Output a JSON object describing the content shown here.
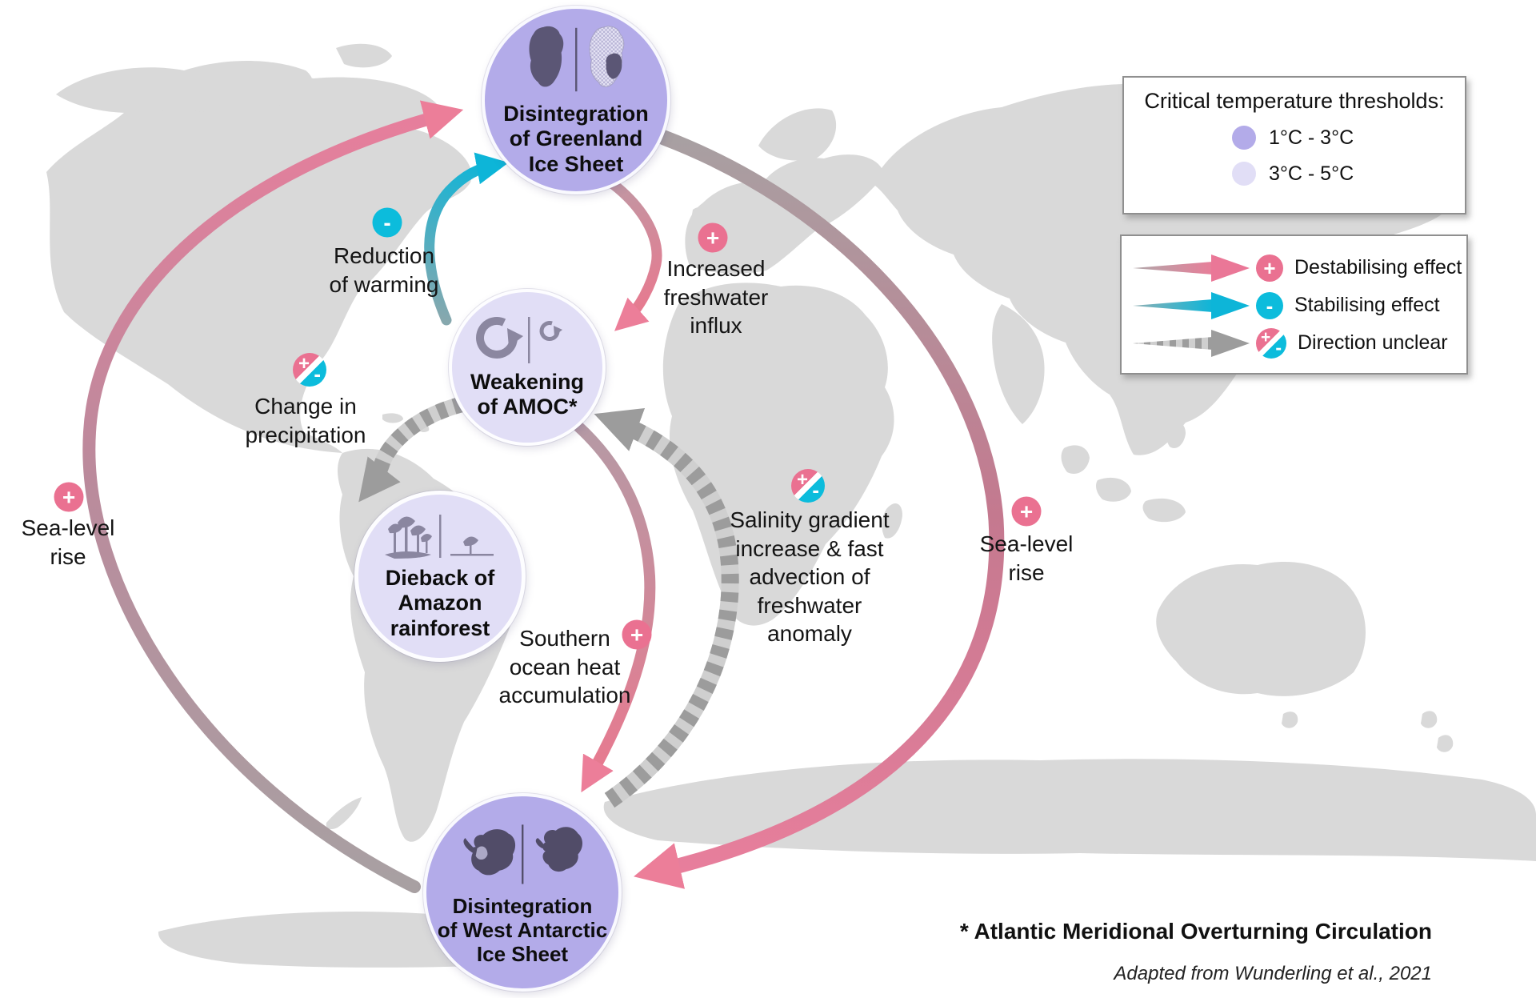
{
  "nodes": [
    {
      "id": "greenland",
      "label": "Disintegration\nof Greenland\nIce Sheet",
      "threshold": "1°C - 3°C"
    },
    {
      "id": "amoc",
      "label": "Weakening\nof AMOC*",
      "threshold": "3°C - 5°C"
    },
    {
      "id": "amazon",
      "label": "Dieback of\nAmazon\nrainforest",
      "threshold": "3°C - 5°C"
    },
    {
      "id": "wais",
      "label": "Disintegration\nof West Antarctic\nIce Sheet",
      "threshold": "1°C - 3°C"
    }
  ],
  "edges": [
    {
      "id": "sea-level-rise-left",
      "label": "Sea-level\nrise",
      "effect": "destabilising",
      "symbol": "+"
    },
    {
      "id": "reduction-of-warming",
      "label": "Reduction\nof warming",
      "effect": "stabilising",
      "symbol": "-"
    },
    {
      "id": "increased-freshwater-influx",
      "label": "Increased\nfreshwater\ninflux",
      "effect": "destabilising",
      "symbol": "+"
    },
    {
      "id": "change-in-precipitation",
      "label": "Change in\nprecipitation",
      "effect": "unclear",
      "symbol": "+/-"
    },
    {
      "id": "salinity-gradient",
      "label": "Salinity gradient\nincrease & fast\nadvection of\nfreshwater\nanomaly",
      "effect": "unclear",
      "symbol": "+/-"
    },
    {
      "id": "southern-ocean-heat",
      "label": "Southern\nocean heat\naccumulation",
      "effect": "destabilising",
      "symbol": "+"
    },
    {
      "id": "sea-level-rise-right",
      "label": "Sea-level\nrise",
      "effect": "destabilising",
      "symbol": "+"
    }
  ],
  "legend_thresholds": {
    "title": "Critical temperature thresholds:",
    "items": [
      {
        "label": "1°C - 3°C",
        "color": "#b3abe9"
      },
      {
        "label": "3°C - 5°C",
        "color": "#e1def6"
      }
    ]
  },
  "legend_effects": {
    "items": [
      {
        "label": "Destabilising effect",
        "symbol": "+",
        "color": "#ea7191"
      },
      {
        "label": "Stabilising effect",
        "symbol": "-",
        "color": "#0cbcdc"
      },
      {
        "label": "Direction unclear",
        "symbol": "+/-",
        "color": "#9c9c9c"
      }
    ]
  },
  "symbols": {
    "plus": "+",
    "minus": "-"
  },
  "footnote": "* Atlantic Meridional Overturning Circulation",
  "attribution": "Adapted from Wunderling et al., 2021",
  "colors": {
    "threshold_1_3": "#b3abe9",
    "threshold_3_5": "#e1def6",
    "destabilising": "#ea7191",
    "stabilising": "#0cbcdc",
    "unclear": "#9c9c9c",
    "land": "#d9d9d9"
  }
}
